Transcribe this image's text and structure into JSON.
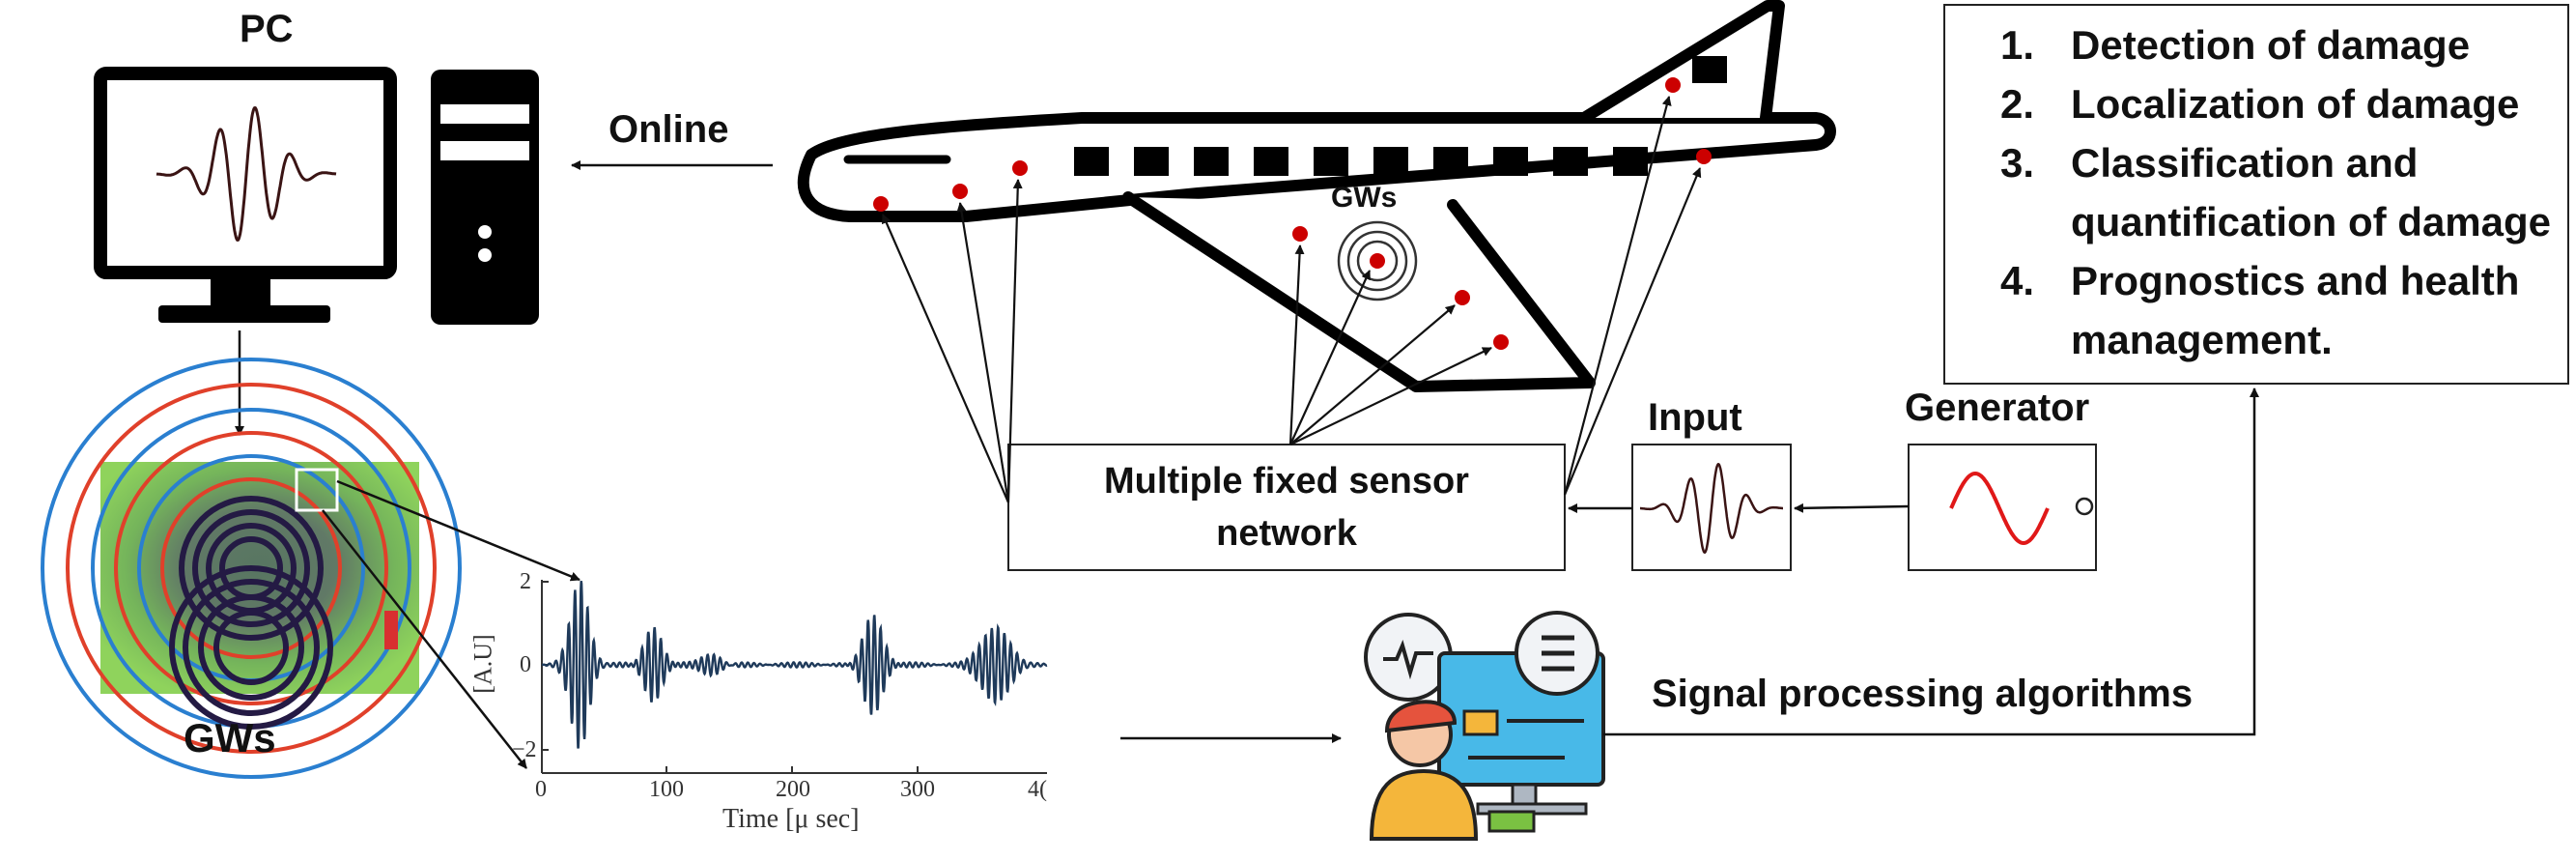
{
  "labels": {
    "pc": "PC",
    "online": "Online",
    "gws_plane": "GWs",
    "gws_sim": "GWs",
    "input": "Input",
    "generator": "Generator",
    "signal_processing": "Signal processing algorithms"
  },
  "sensor_network": {
    "line1": "Multiple fixed sensor",
    "line2": "network"
  },
  "tasks": [
    {
      "num": "1.",
      "text": "Detection of damage"
    },
    {
      "num": "2.",
      "text": "Localization of  damage"
    },
    {
      "num": "3.",
      "text": "Classification and quantification of damage"
    },
    {
      "num": "4.",
      "text": "Prognostics and health management."
    }
  ],
  "signal_plot": {
    "ylabel": "[A.U]",
    "xlabel": "Time [μ sec]",
    "yticks": [
      "2",
      "0",
      "−2"
    ],
    "xticks": [
      "0",
      "100",
      "200",
      "300",
      "4("
    ]
  },
  "colors": {
    "sensor_dot": "#cc0000",
    "signal_wave": "#1f3a5a",
    "generator_wave": "#e01818",
    "outline": "#111111"
  },
  "icons": [
    "monitor-icon",
    "computer-tower-icon",
    "airplane-icon",
    "engineer-workstation-icon",
    "generator-icon"
  ]
}
